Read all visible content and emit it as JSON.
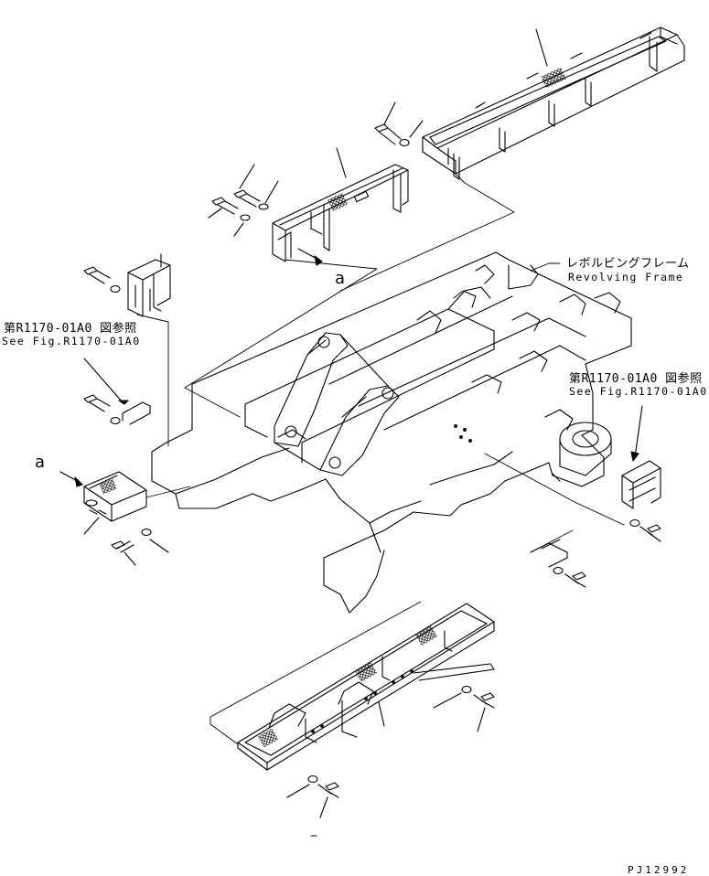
{
  "labels": {
    "revolving_frame_jp": "レボルビングフレーム",
    "revolving_frame_en": "Revolving Frame",
    "see_fig_left_jp": "第R1170-01A0 図参照",
    "see_fig_left_en": "See Fig.R1170-01A0",
    "see_fig_right_jp": "第R1170-01A0 図参照",
    "see_fig_right_en": "See Fig.R1170-01A0",
    "ref_a_upper": "a",
    "ref_a_left": "a",
    "drawing_code": "PJ12992"
  }
}
